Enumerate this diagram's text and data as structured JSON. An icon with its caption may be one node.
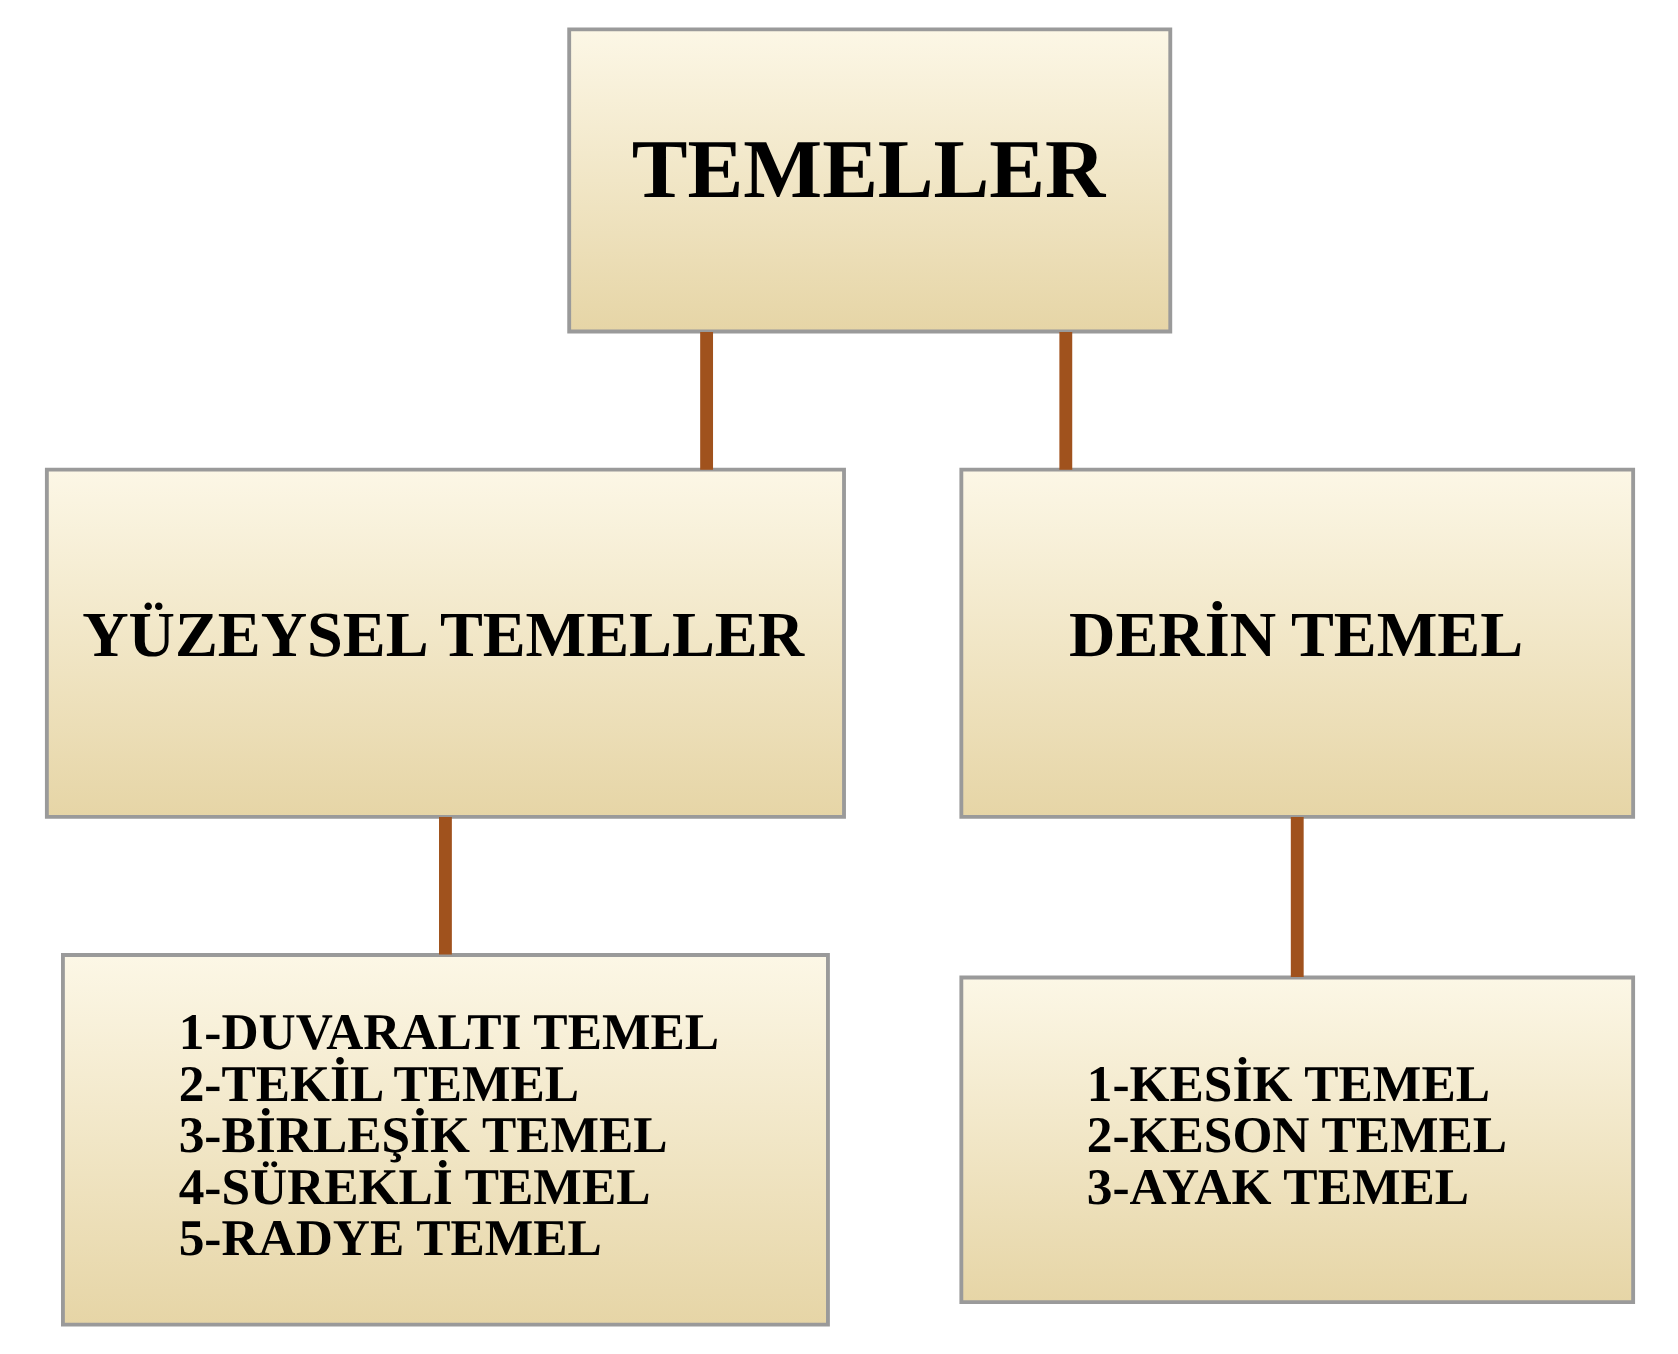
{
  "diagram": {
    "nodes": [
      {
        "text": [
          "TEMELLER"
        ]
      },
      {
        "text": [
          "YÜZEYSEL TEMELLER"
        ]
      },
      {
        "text": [
          "DERİN TEMEL"
        ]
      },
      {
        "text": [
          "1-DUVARALTI TEMEL",
          "2-TEKİL TEMEL",
          "3-BİRLEŞİK TEMEL",
          "4-SÜREKLİ TEMEL",
          "5-RADYE TEMEL"
        ]
      },
      {
        "text": [
          "1-KESİK TEMEL",
          "2-KESON TEMEL",
          "3-AYAK TEMEL"
        ]
      }
    ],
    "edges": [
      {
        "from": 0,
        "to": 1,
        "arrow": "none"
      },
      {
        "from": 0,
        "to": 2,
        "arrow": "none"
      },
      {
        "from": 1,
        "to": 3,
        "arrow": "none"
      },
      {
        "from": 2,
        "to": 4,
        "arrow": "none"
      }
    ]
  }
}
